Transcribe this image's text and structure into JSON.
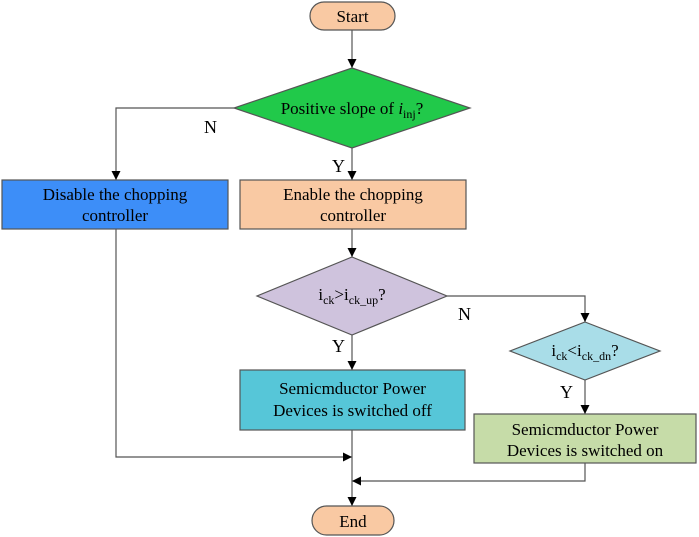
{
  "diagram": {
    "start": "Start",
    "end": "End",
    "decision1": {
      "text": "Positive slope of ",
      "var": "i",
      "sub": "inj",
      "tail": "?"
    },
    "decision2": {
      "a": "i",
      "a_sub": "ck",
      "op": ">",
      "b": "i",
      "b_sub": "ck_up",
      "tail": "?"
    },
    "decision3": {
      "a": "i",
      "a_sub": "ck",
      "op": "<",
      "b": "i",
      "b_sub": "ck_dn",
      "tail": "?"
    },
    "box_disable": {
      "line1": "Disable the chopping",
      "line2": "controller"
    },
    "box_enable": {
      "line1": "Enable the chopping",
      "line2": "controller"
    },
    "box_off": {
      "line1": "Semicmductor Power",
      "line2": "Devices is switched off"
    },
    "box_on": {
      "line1": "Semicmductor Power",
      "line2": "Devices is switched on"
    },
    "labels": {
      "n1": "N",
      "y1": "Y",
      "n2": "N",
      "y2": "Y",
      "y3": "Y"
    },
    "colors": {
      "terminal": "#f9c9a3",
      "decision1": "#21c94a",
      "decision2": "#cfc3dd",
      "decision3": "#a9dde8",
      "disable": "#3d8ef8",
      "enable": "#f9c9a3",
      "off": "#56c6d8",
      "on": "#c6dca8"
    }
  }
}
